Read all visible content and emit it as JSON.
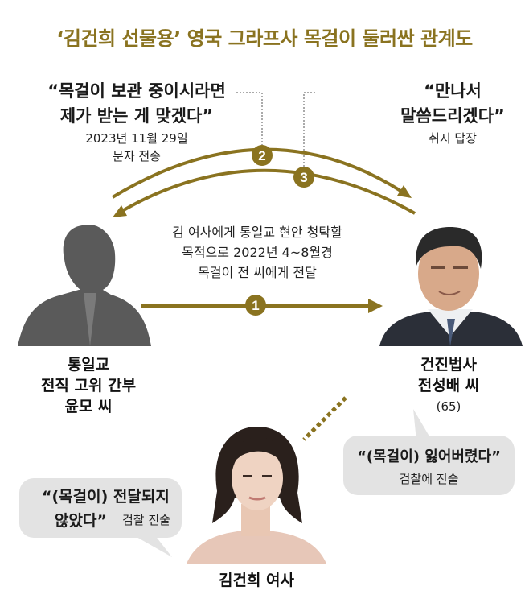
{
  "title": "‘김건희 선물용’ 영국 그라프사 목걸이 둘러싼 관계도",
  "quote_left": {
    "line1": "“목걸이 보관 중이시라면",
    "line2": "제가 받는 게 맞겠다”",
    "date": "2023년 11월 29일",
    "method": "문자 전송"
  },
  "quote_right": {
    "line1": "“만나서",
    "line2": "말씀드리겠다”",
    "note": "취지 답장"
  },
  "middle_text": {
    "line1": "김 여사에게 통일교 현안 청탁할",
    "line2": "목적으로 2022년 4~8월경",
    "line3": "목걸이 전 씨에게 전달"
  },
  "steps": [
    "1",
    "2",
    "3"
  ],
  "person_left": {
    "line1": "통일교",
    "line2": "전직 고위 간부",
    "line3": "윤모 씨"
  },
  "person_right": {
    "line1": "건진법사",
    "line2": "전성배 씨",
    "age": "(65)"
  },
  "bubble_right": {
    "quote": "“(목걸이) 잃어버렸다”",
    "note": "검찰에 진술"
  },
  "bubble_left": {
    "line1": "“(목걸이) 전달되지",
    "line2": "않았다”",
    "note": "검찰 진술"
  },
  "person_bottom": {
    "name": "김건희 여사"
  },
  "colors": {
    "accent": "#8a7320",
    "bubble": "#e3e3e3",
    "silhouette": "#5a5a5a"
  }
}
